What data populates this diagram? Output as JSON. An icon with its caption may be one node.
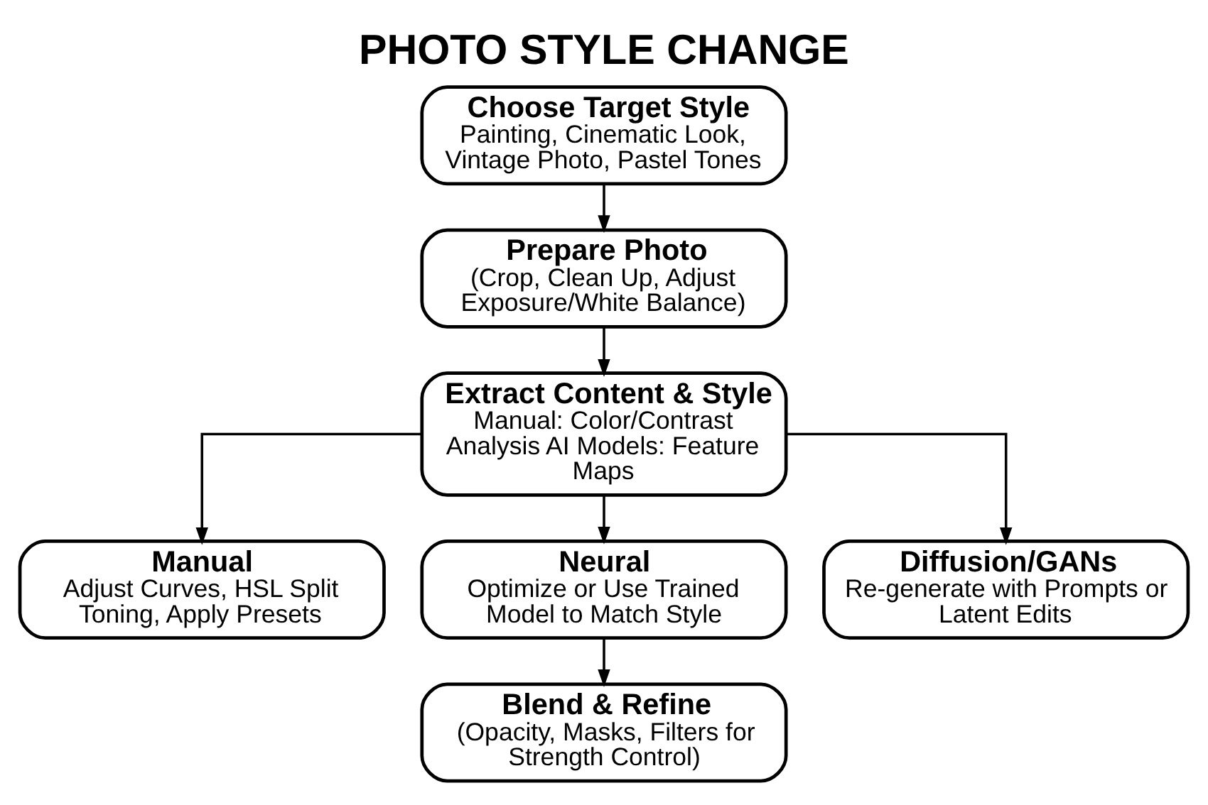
{
  "diagram": {
    "title": "PHOTO STYLE CHANGE",
    "nodes": [
      {
        "text": [
          "Choose Target Style",
          "Painting, Cinematic Look, Vintage Photo, Pastel Tones"
        ]
      },
      {
        "text": [
          "Prepare Photo",
          "(Crop, Clean Up, Adjust Exposure/White Balance)"
        ]
      },
      {
        "text": [
          "Extract Content & Style",
          "Manual: Color/Contrast Analysis AI Models: Feature Maps"
        ]
      },
      {
        "text": [
          "Manual",
          "Adjust Curves, HSL Split Toning, Apply Presets"
        ]
      },
      {
        "text": [
          "Neural",
          "Optimize or Use Trained Model to Match Style"
        ]
      },
      {
        "text": [
          "Diffusion/GANs",
          "Re-generate with Prompts or Latent Edits"
        ]
      },
      {
        "text": [
          "Blend & Refine",
          "(Opacity, Masks, Filters for Strength Control)"
        ]
      }
    ],
    "edges": [
      {
        "from": 0,
        "to": 1,
        "arrow": "to"
      },
      {
        "from": 1,
        "to": 2,
        "arrow": "to"
      },
      {
        "from": 2,
        "to": 3,
        "arrow": "to"
      },
      {
        "from": 2,
        "to": 4,
        "arrow": "to"
      },
      {
        "from": 2,
        "to": 5,
        "arrow": "to"
      },
      {
        "from": 4,
        "to": 6,
        "arrow": "to"
      }
    ]
  }
}
